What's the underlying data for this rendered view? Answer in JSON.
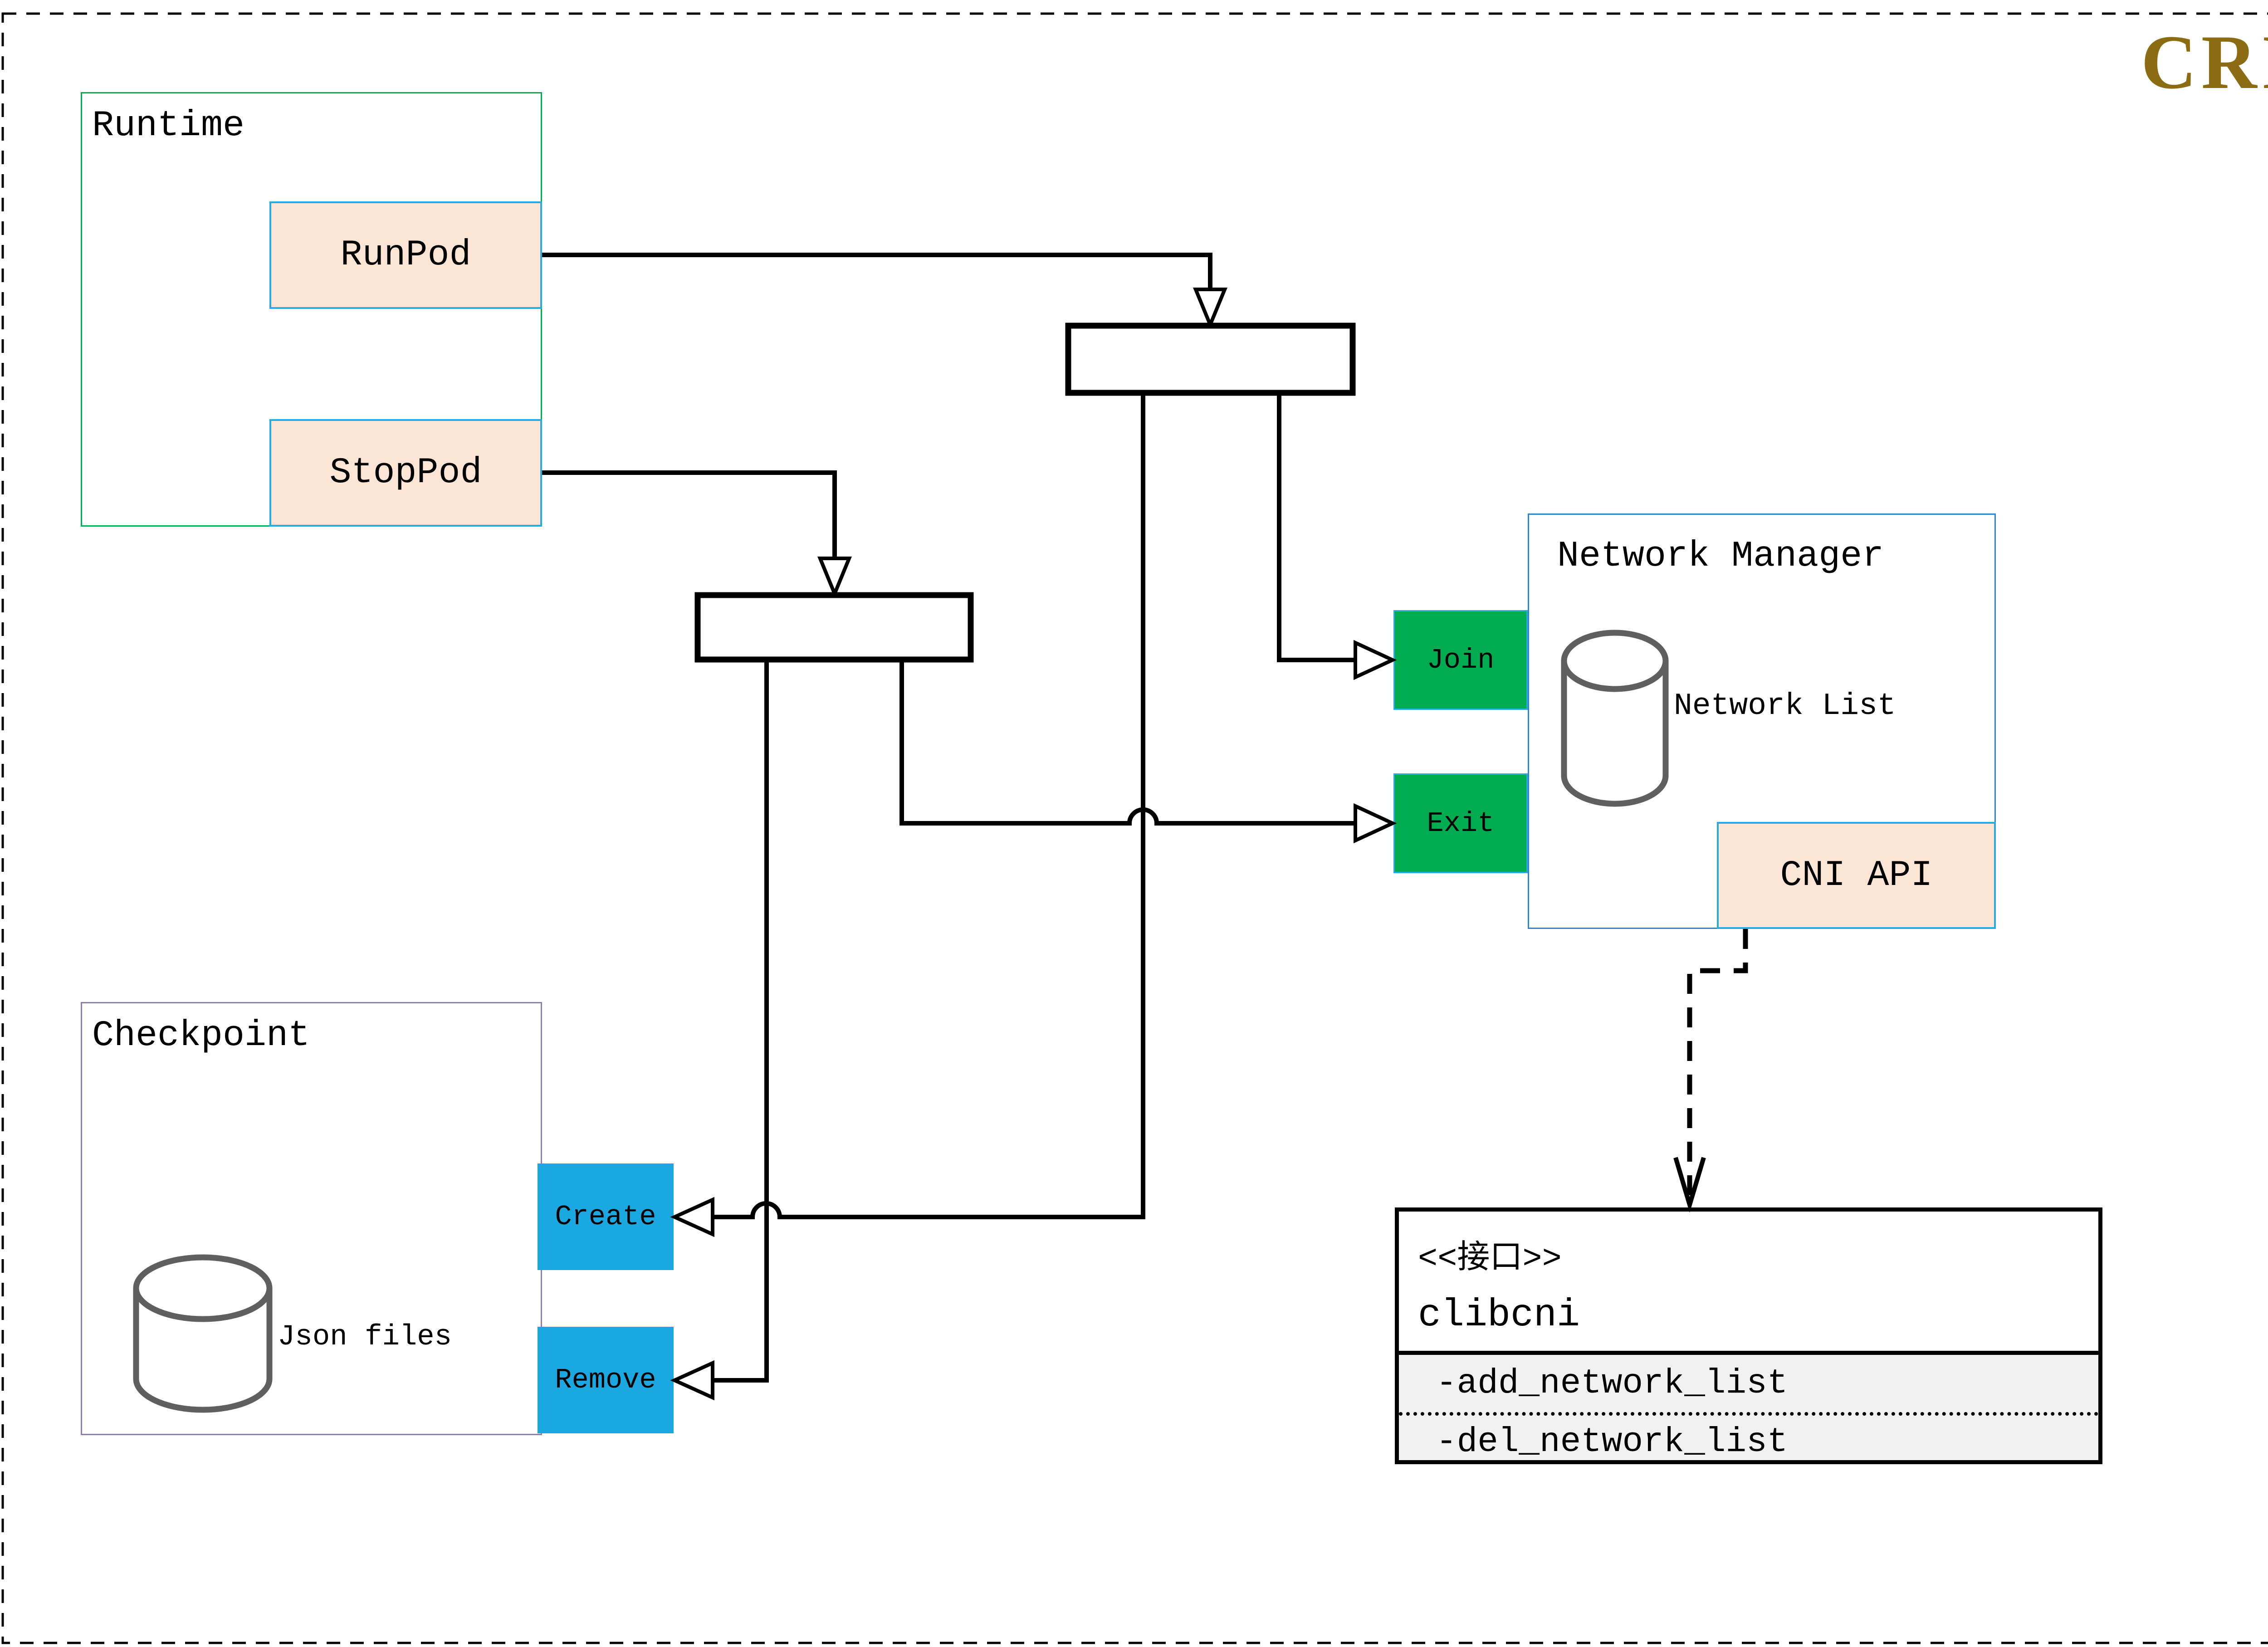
{
  "badge": {
    "label": "CRI",
    "color": "#8B6C12"
  },
  "runtime": {
    "title": "Runtime",
    "run_pod": "RunPod",
    "stop_pod": "StopPod"
  },
  "checkpoint": {
    "title": "Checkpoint",
    "store_label": "Json files",
    "create": "Create",
    "remove": "Remove"
  },
  "network_manager": {
    "title": "Network Manager",
    "store_label": "Network List",
    "join": "Join",
    "exit": "Exit",
    "cni_api": "CNI API"
  },
  "clibcni": {
    "stereotype": "<<接口>>",
    "name": "clibcni",
    "methods": [
      "-add_network_list",
      "-del_network_list"
    ]
  },
  "colors": {
    "green_fill": "#00AC4F",
    "green_border": "#00B050",
    "cyan_border": "#29ABE2",
    "blue_fill": "#1BA8E0",
    "peach_fill": "#FCE5D5",
    "purple_border": "#8E80B5",
    "nm_border": "#2E86D0",
    "cylinder_stroke": "#5F5F5F",
    "clibcni_body": "#F1F1F1",
    "line": "#000000",
    "cri_text": "#8B6C12"
  }
}
